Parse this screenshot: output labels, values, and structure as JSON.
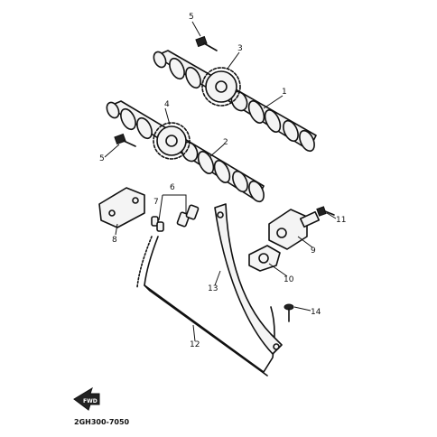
{
  "callouts": {
    "c1": "1",
    "c2": "2",
    "c3": "3",
    "c4": "4",
    "c5a": "5",
    "c5b": "5",
    "c6": "6",
    "c7": "7",
    "c8": "8",
    "c9": "9",
    "c10": "10",
    "c11": "11",
    "c12": "12",
    "c13": "13",
    "c14": "14"
  },
  "fwd_label": "FWD",
  "catalog_code": "2GH300-7050"
}
